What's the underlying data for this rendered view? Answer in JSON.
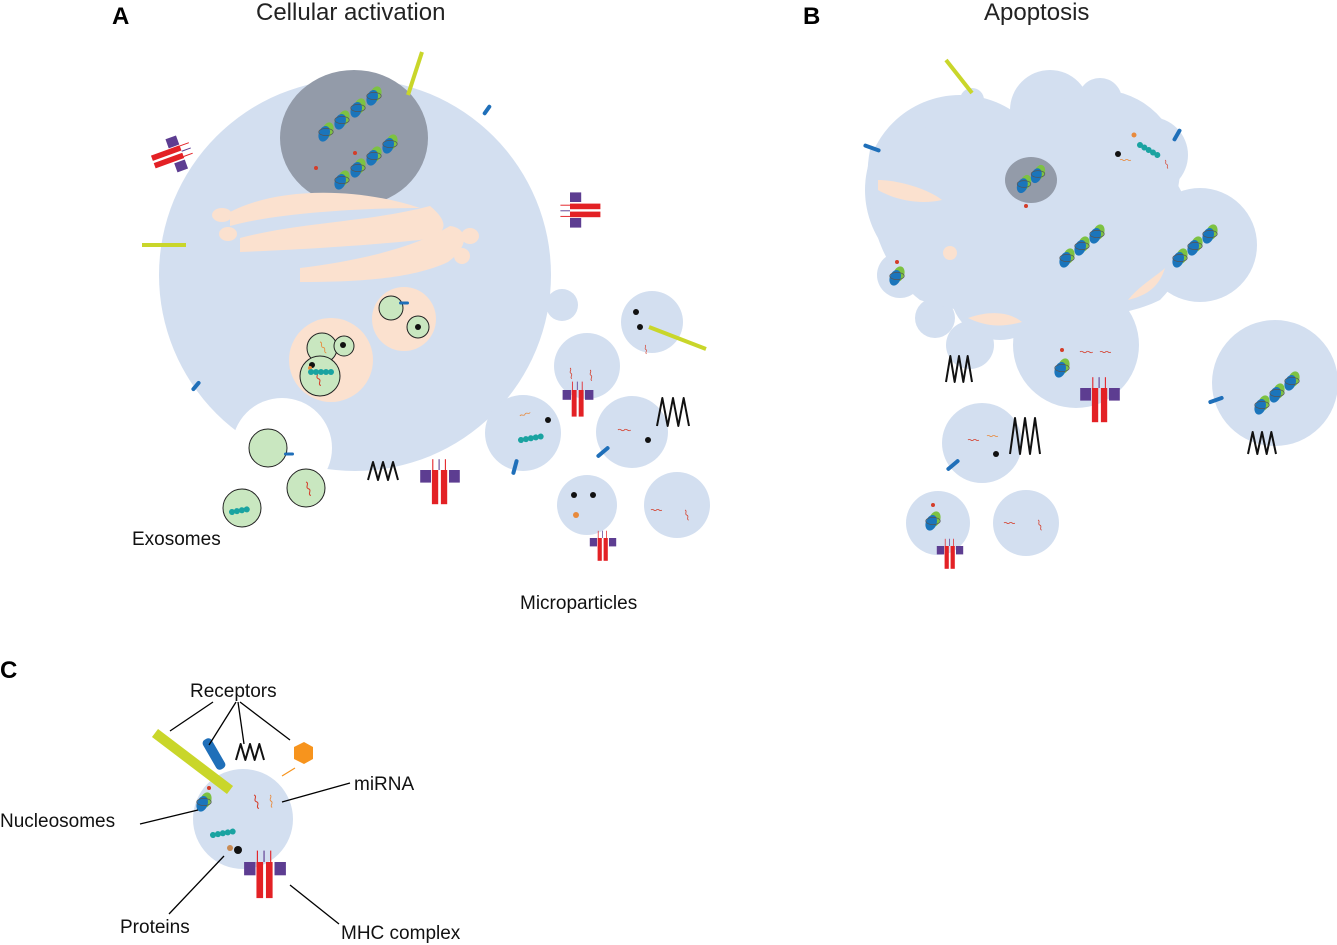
{
  "panels": {
    "a": {
      "letter": "A",
      "title": "Cellular activation"
    },
    "b": {
      "letter": "B",
      "title": "Apoptosis"
    },
    "c": {
      "letter": "C"
    }
  },
  "labels": {
    "exosomes": "Exosomes",
    "microparticles": "Microparticles",
    "receptors": "Receptors",
    "mirna": "miRNA",
    "nucleosomes": "Nucleosomes",
    "proteins": "Proteins",
    "mhc_complex": "MHC complex"
  },
  "colors": {
    "cell": "#d3dff0",
    "nucleus": "#939ba9",
    "organelle": "#fbe1cf",
    "exosome": "#c9e7c0",
    "receptor_yellow": "#c9d62a",
    "receptor_blue": "#1f6fb9",
    "mhc_red": "#e32125",
    "mhc_purple": "#5d3d91",
    "protein_teal": "#1aa3a1",
    "mirna_red": "#d43d2a",
    "mirna_orange": "#e88a3c",
    "hexagon_orange": "#f7941d",
    "nucleosome_green": "#7dc242",
    "nucleosome_blue": "#1b75bb"
  }
}
